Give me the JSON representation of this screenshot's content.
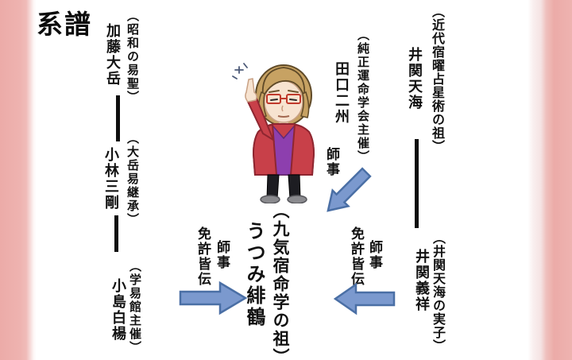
{
  "page": {
    "title": "系譜"
  },
  "colors": {
    "arrow_fill": "#7b99ce",
    "arrow_stroke": "#4a6fa5",
    "band_pink": "#ecaba8",
    "text": "#111111"
  },
  "labels": {
    "shiji": "師事",
    "menkyo_kaiden": "免許皆伝"
  },
  "left_lineage": {
    "nodes": [
      {
        "title": "（昭和の易聖）",
        "name": "加藤大岳"
      },
      {
        "title": "（大岳易継承）",
        "name": "小林三剛"
      },
      {
        "title": "（学易館主催）",
        "name": "小島白楊"
      }
    ]
  },
  "middle_lineage": {
    "title": "（純正運命学会主催）",
    "name": "田口二州"
  },
  "right_lineage": {
    "nodes": [
      {
        "title": "（近代宿曜占星術の祖）",
        "name": "井関天海"
      },
      {
        "title": "（井関天海の実子）",
        "name": "井関義祥"
      }
    ]
  },
  "center_person": {
    "title": "（九気宿命学の祖）",
    "name": "うつみ緋鶴"
  }
}
